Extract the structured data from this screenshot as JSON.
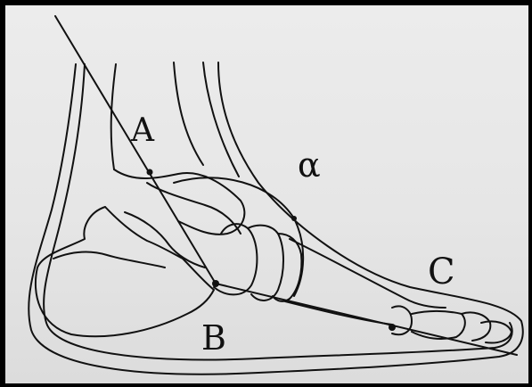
{
  "labels": {
    "a": "A",
    "b": "B",
    "c": "C",
    "alpha": "α"
  },
  "colors": {
    "ink": "#111111",
    "paper": "#e8e8e8",
    "border": "#000000"
  }
}
